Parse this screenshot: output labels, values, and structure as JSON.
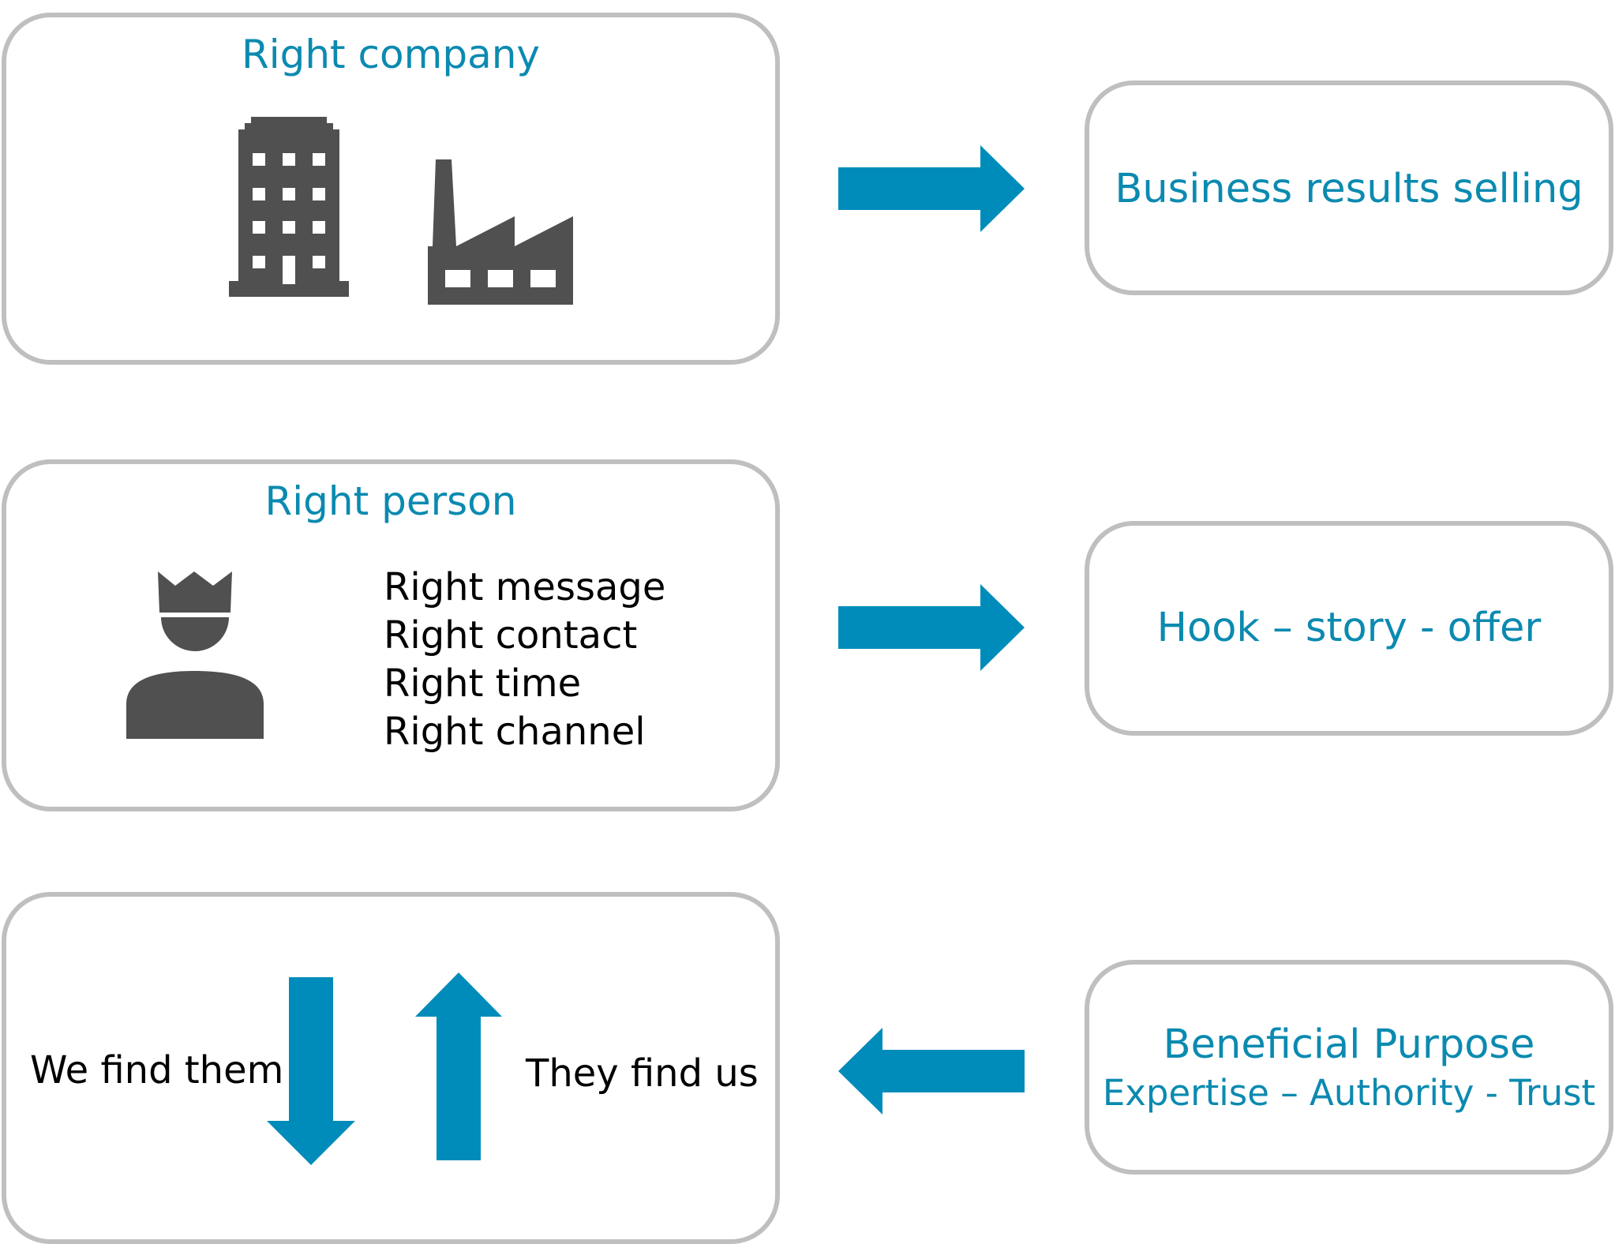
{
  "colors": {
    "accent": "#0b8ab0",
    "arrow": "#008cba",
    "box_border": "#bfbfbf",
    "icon": "#505050"
  },
  "left_boxes": {
    "company": {
      "title": "Right company",
      "icons": [
        "office-building-icon",
        "factory-icon"
      ]
    },
    "person": {
      "title": "Right person",
      "icon": "crowned-person-icon",
      "list": [
        "Right message",
        "Right contact",
        "Right time",
        "Right channel"
      ]
    },
    "find": {
      "left_label": "We find them",
      "right_label": "They find us",
      "icons": [
        "arrow-down-icon",
        "arrow-up-icon"
      ]
    }
  },
  "right_boxes": {
    "business": {
      "text": "Business results selling"
    },
    "hook": {
      "text": "Hook – story - offer"
    },
    "purpose": {
      "title": "Beneficial Purpose",
      "subtitle": "Expertise – Authority - Trust"
    }
  },
  "connectors": [
    {
      "from": "Right company",
      "to": "Business results selling",
      "direction": "right"
    },
    {
      "from": "Right person",
      "to": "Hook – story - offer",
      "direction": "right"
    },
    {
      "from": "Beneficial Purpose",
      "to": "We find them / They find us",
      "direction": "left"
    }
  ]
}
